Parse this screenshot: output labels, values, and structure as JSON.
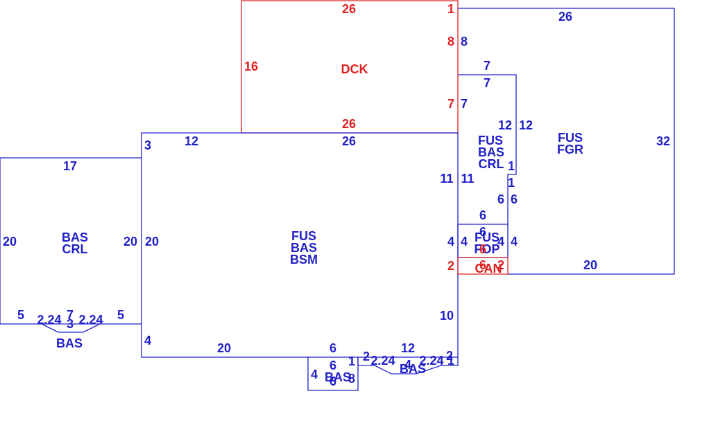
{
  "colors": {
    "outline": "#2020d0",
    "deck": "#e02020"
  },
  "areas": {
    "deck": "DCK",
    "garage": [
      "FUS",
      "FGR"
    ],
    "main": [
      "FUS",
      "BAS",
      "BSM"
    ],
    "left_wing": [
      "BAS",
      "CRL"
    ],
    "left_bump": "BAS",
    "crawl_strip": [
      "FUS",
      "BAS",
      "CRL"
    ],
    "porch": [
      "FUS",
      "FOP"
    ],
    "canopy": "CAN",
    "bottom_bump": "BAS",
    "bottom_right_bump": "BAS"
  },
  "dimensions": {
    "deck_top": "26",
    "deck_top_right": "1",
    "deck_right_upper": "8",
    "deck_left": "16",
    "deck_right_lower": "7",
    "deck_bottom": "26",
    "garage_top": "26",
    "garage_left_upper": "8",
    "garage_step_top": "7",
    "garage_step_inner": "7",
    "garage_left_mid": "7",
    "garage_right": "32",
    "garage_bottom": "20",
    "main_top_left": "12",
    "main_top": "26",
    "main_left_upper": "3",
    "main_left": "20",
    "main_right_upper": "11",
    "main_right_mid": "4",
    "main_right_canopy": "2",
    "main_right_lower": "10",
    "main_left_lower": "4",
    "main_bottom": "20",
    "wing_top": "17",
    "wing_left": "20",
    "wing_right": "20",
    "wing_bottom_left": "5",
    "wing_bottom_right": "5",
    "wing_bump_diag_left": "2.24",
    "wing_bump_top": "7",
    "wing_bump_depth": "3",
    "wing_bump_diag_right": "2.24",
    "strip_top_right": "12",
    "strip_top_outer": "12",
    "strip_left": "11",
    "strip_right_inner": "1",
    "strip_right_outer": "1",
    "strip_step_inner": "6",
    "strip_step_outer": "6",
    "porch_top": "6",
    "porch_top_inner": "6",
    "porch_left": "4",
    "porch_right_inner": "4",
    "porch_right_outer": "4",
    "porch_bottom": "6",
    "canopy_bottom": "6",
    "canopy_right": "2",
    "bump_top_outer": "6",
    "bump_top_inner": "6",
    "bump_left": "4",
    "bump_right": "8",
    "bump_right_top": "1",
    "bump_bottom": "6",
    "rbump_left": "2",
    "rbump_diag_left": "2.24",
    "rbump_top": "12",
    "rbump_depth": "4",
    "rbump_diag_right": "2.24",
    "rbump_right_top": "1",
    "rbump_right": "2"
  }
}
